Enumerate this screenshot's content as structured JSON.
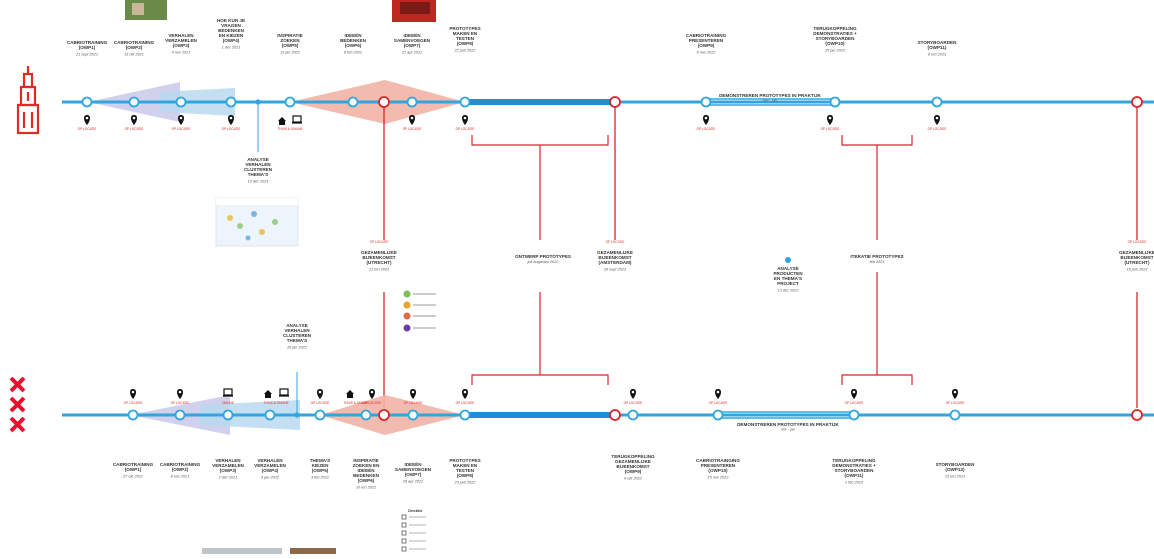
{
  "colors": {
    "line": "#2fa6e0",
    "red": "#d8252b",
    "redLight": "#f2b4a6",
    "blueLight": "#b9d9ef",
    "purpleLight": "#c9c8ea",
    "utrechtRed": "#e12b27",
    "amsterdamRed": "#e8112d",
    "bar": "#1c8fd6",
    "pinColor": "#111111"
  },
  "icons": {
    "utrecht": "dom-tower-icon",
    "amsterdam": "triple-x-icon",
    "pin": "map-pin-icon",
    "home": "home-icon",
    "laptop": "laptop-icon"
  },
  "top": {
    "labels": [
      {
        "lines": [
          "CABRIOTRAINING",
          "(OWP1)"
        ],
        "date": "21 sept 2021"
      },
      {
        "lines": [
          "CABRIOTRAINING",
          "(OWP2)"
        ],
        "date": "13 okt 2021"
      },
      {
        "lines": [
          "VERHALEN",
          "VERZAMELEN",
          "(OWP3)"
        ],
        "date": "4 nov 2021"
      },
      {
        "lines": [
          "HOE KUN JE",
          "VRAGEN",
          "BEDENKEN",
          "EN KIEZEN",
          "(OWP4)"
        ],
        "date": "1 dec 2021"
      },
      {
        "lines": [
          "INSPIRATIE",
          "ZOEKEN",
          "(OWP5)"
        ],
        "date": "13 jan 2022"
      },
      {
        "lines": [
          "IDEEËN",
          "BEDENKEN",
          "(OWP6)"
        ],
        "date": "8 feb 2022"
      },
      {
        "lines": [
          "IDEEËN",
          "SAMENVOEGEN",
          "(OWP7)"
        ],
        "date": "21 apr 2022"
      },
      {
        "lines": [
          "PROTOTYPES",
          "MAKEN EN",
          "TESTEN",
          "(OWP8)"
        ],
        "date": "22 juni 2022"
      },
      {
        "lines": [
          "CABRIOTRAINING",
          "PRESENTEREN",
          "(OWP9)"
        ],
        "date": "8 nov 2022"
      },
      {
        "lines": [
          "TERUGKOPPELING",
          "DEMONSTRATIES +",
          "STORYBOARDEN",
          "(OWP10)"
        ],
        "date": "25 jan 2023"
      },
      {
        "lines": [
          "STORYBOARDEN",
          "(OWP11)"
        ],
        "date": "8 mrt 2023"
      }
    ],
    "demo": {
      "title": "DEMONSTREREN PROTOTYPES IN PRAKTIJK",
      "sub": "nov - jan"
    },
    "op_locatie": "OP LOCATIE",
    "thuis": "THUIS & ONLINE",
    "analyse": {
      "lines": [
        "ANALYSE",
        "VERHALEN",
        "CLUSTEREN",
        "THEMA'S"
      ],
      "date": "15 dec 2021"
    },
    "bijeenkomst1": {
      "lines": [
        "GEZAMENLIJKE",
        "BIJEENKOMST",
        "(UTRECHT)"
      ],
      "date": "21 mrt 2022"
    },
    "bijeenkomst_end": {
      "lines": [
        "GEZAMENLIJKE",
        "BIJEENKOMST",
        "(UTRECHT)"
      ],
      "date": "15 juni 2023"
    }
  },
  "middle": {
    "ontwerp": {
      "title": "ONTWERP PROTOTYPES",
      "sub": "juli-augustus 2022"
    },
    "bijeenkomst_amsterdam": {
      "lines": [
        "GEZAMENLIJKE",
        "BIJEENKOMST",
        "(AMSTERDAM)"
      ],
      "date": "28 sept 2022"
    },
    "analyse_producten": {
      "lines": [
        "ANALYSE",
        "PRODUCTEN",
        "EN THEMA'S",
        "PROJECT"
      ],
      "date": "13 dec 2022"
    },
    "iteratie": {
      "title": "ITERATIE PROTOTYPES",
      "sub": "feb 2023"
    },
    "legend_title": "Verkennen in de kansen"
  },
  "bottom": {
    "labels": [
      {
        "lines": [
          "CABRIOTRAINING",
          "(OWP1)"
        ],
        "date": "27 okt 2021"
      },
      {
        "lines": [
          "CABRIOTRAINING",
          "(OWP2)"
        ],
        "date": "8 nov 2021"
      },
      {
        "lines": [
          "VERHALEN",
          "VERZAMELEN",
          "(OWP3)"
        ],
        "date": "2 dec 2021"
      },
      {
        "lines": [
          "VERHALEN",
          "VERZAMELEN",
          "(OWP4)"
        ],
        "date": "6 jan 2022"
      },
      {
        "lines": [
          "THEMA'S",
          "KIEZEN",
          "(OWP5)"
        ],
        "date": "3 feb 2022"
      },
      {
        "lines": [
          "INSPIRATIE",
          "ZOEKEN EN",
          "IDEEËN",
          "BEDENKEN",
          "(OWP6)"
        ],
        "date": "10 mrt 2022"
      },
      {
        "lines": [
          "IDEEËN",
          "SAMENVOEGEN",
          "(OWP7)"
        ],
        "date": "28 apr 2022"
      },
      {
        "lines": [
          "PROTOTYPES",
          "MAKEN EN",
          "TESTEN",
          "(OWP8)"
        ],
        "date": "23 juni 2022"
      },
      {
        "lines": [
          "TERUGKOPPELING",
          "GEZAMENLIJKE",
          "BIJEENKOMST",
          "(OWP9)"
        ],
        "date": "6 okt 2022"
      },
      {
        "lines": [
          "CABRIOTRAINGING",
          "PRESENTEREN",
          "(OWP10)"
        ],
        "date": "15 nov 2022"
      },
      {
        "lines": [
          "TERUGKOPPELING",
          "DEMONSTRATIES +",
          "STORYBOARDEN",
          "(OWP11)"
        ],
        "date": "2 feb 2023"
      },
      {
        "lines": [
          "STORYBOARDEN",
          "(OWP12)"
        ],
        "date": "15 mrt 2023"
      }
    ],
    "demo": {
      "title": "DEMONSTREREN PROTOTYPES IN PRAKTIJK",
      "sub": "nov - jan"
    },
    "op_locatie": "OP LOCATIE",
    "thuis": "THUIS & ONLINE",
    "online": "ONLINE",
    "analyse": {
      "lines": [
        "ANALYSE",
        "VERHALEN",
        "CLUSTEREN",
        "THEMA'S"
      ],
      "date": "26 jan 2022"
    },
    "checklist_title": "Checklist"
  }
}
